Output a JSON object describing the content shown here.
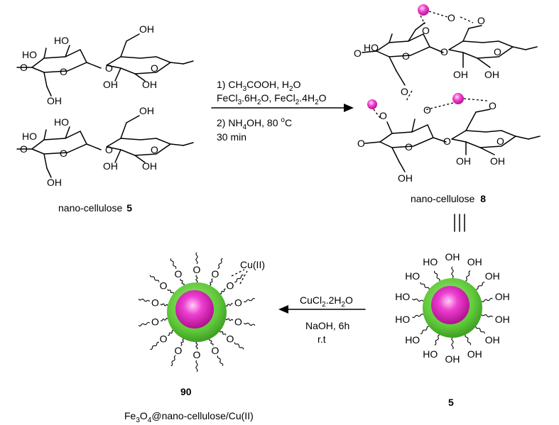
{
  "colors": {
    "shell": "#5fc83a",
    "core": "#e020c0",
    "bead": "#ee3fcf"
  },
  "compound_5_top": {
    "caption": "nano-cellulose",
    "number": "5"
  },
  "compound_8": {
    "caption": "nano-cellulose",
    "number": "8"
  },
  "labels": {
    "OH": "OH",
    "HO": "HO",
    "O": "O"
  },
  "reaction_1": {
    "step1": "1) CH",
    "step1_sub1": "3",
    "step1_rest": "COOH, H",
    "step1_sub2": "2",
    "step1_end": "O",
    "step1b": "FeCl",
    "step1b_sub1": "3",
    "step1b_mid": ".6H",
    "step1b_sub2": "2",
    "step1b_mid2": "O, FeCl",
    "step1b_sub3": "2",
    "step1b_mid3": ".4H",
    "step1b_sub4": "2",
    "step1b_end": "O",
    "step2": "2) NH",
    "step2_sub": "4",
    "step2_rest": "OH, 80 ",
    "step2_sup": "o",
    "step2_end": "C",
    "step3": "30 min"
  },
  "equivalence": "|||",
  "reaction_2": {
    "reagent": "CuCl",
    "reagent_sub1": "2",
    "reagent_mid": ".2H",
    "reagent_sub2": "2",
    "reagent_end": "O",
    "cond1": "NaOH, 6h",
    "cond2": "r.t"
  },
  "product_90": {
    "number": "90",
    "copper_label": "Cu(II)",
    "caption_a": "Fe",
    "caption_sub1": "3",
    "caption_b": "O",
    "caption_sub2": "4",
    "caption_c": "@nano-cellulose/Cu(II)"
  },
  "compound_5_sphere": {
    "number": "5"
  }
}
